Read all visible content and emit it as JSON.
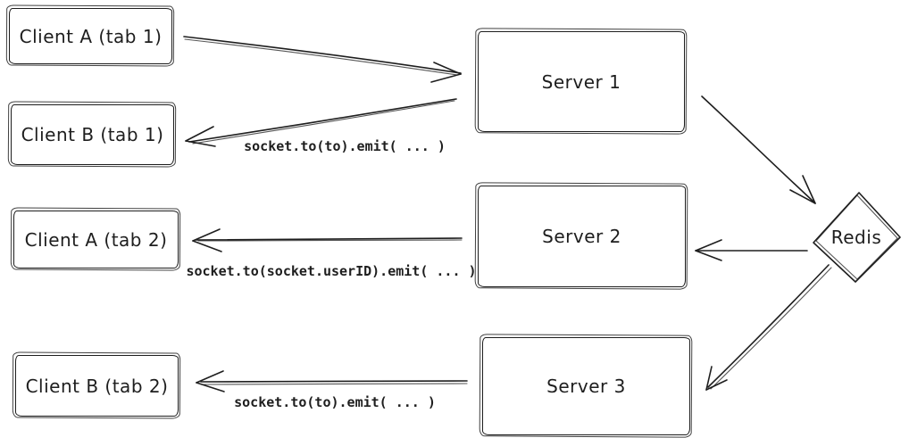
{
  "diagram": {
    "type": "architecture-sketch",
    "colors": {
      "stroke": "#1e1e1e",
      "background": "#ffffff"
    },
    "nodes": {
      "client_a_tab1": {
        "label": "Client A (tab 1)",
        "shape": "rectangle"
      },
      "client_b_tab1": {
        "label": "Client B (tab 1)",
        "shape": "rectangle"
      },
      "client_a_tab2": {
        "label": "Client A (tab 2)",
        "shape": "rectangle"
      },
      "client_b_tab2": {
        "label": "Client B (tab 2)",
        "shape": "rectangle"
      },
      "server_1": {
        "label": "Server 1",
        "shape": "rectangle"
      },
      "server_2": {
        "label": "Server 2",
        "shape": "rectangle"
      },
      "server_3": {
        "label": "Server 3",
        "shape": "rectangle"
      },
      "redis": {
        "label": "Redis",
        "shape": "diamond"
      }
    },
    "edges": [
      {
        "from": "client_a_tab1",
        "to": "server_1",
        "label": ""
      },
      {
        "from": "server_1",
        "to": "client_b_tab1",
        "label": "socket.to(to).emit( ... )"
      },
      {
        "from": "server_2",
        "to": "client_a_tab2",
        "label": "socket.to(socket.userID).emit( ... )"
      },
      {
        "from": "server_3",
        "to": "client_b_tab2",
        "label": "socket.to(to).emit( ... )"
      },
      {
        "from": "server_1",
        "to": "redis",
        "label": ""
      },
      {
        "from": "redis",
        "to": "server_2",
        "label": ""
      },
      {
        "from": "redis",
        "to": "server_3",
        "label": ""
      }
    ]
  }
}
